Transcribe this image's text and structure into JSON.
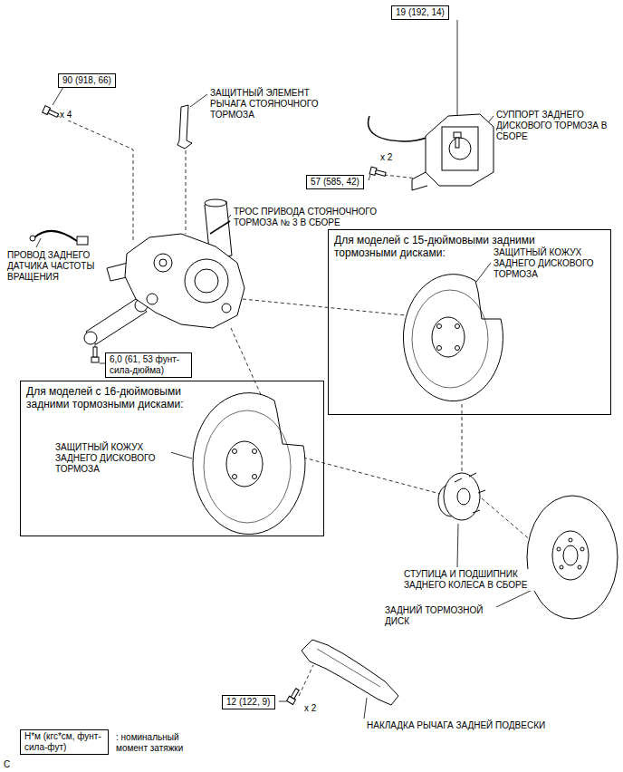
{
  "diagram": {
    "nodes": [
      {
        "text": [
          "90 (918, 66)"
        ]
      },
      {
        "text": [
          "19 (192, 14)"
        ]
      },
      {
        "text": [
          "57 (585, 42)"
        ]
      },
      {
        "text": [
          "6,0 (61, 53 фунт-сила-дюйма)"
        ]
      },
      {
        "text": [
          "Для моделей с 15-дюймовыми задними тормозными дисками:",
          "ЗАЩИТНЫЙ КОЖУХ ЗАДНЕГО ДИСКОВОГО ТОРМОЗА"
        ]
      },
      {
        "text": [
          "Для моделей с 16-дюймовыми задними тормозными дисками:",
          "ЗАЩИТНЫЙ КОЖУХ ЗАДНЕГО ДИСКОВОГО ТОРМОЗА"
        ]
      },
      {
        "text": [
          "12 (122, 9)"
        ]
      },
      {
        "text": [
          "Н*м (кгс*см, фунт-сила-фут)"
        ]
      }
    ],
    "labels": [
      "x 4",
      "ЗАЩИТНЫЙ ЭЛЕМЕНТ РЫЧАГА СТОЯНОЧНОГО ТОРМОЗА",
      "СУППОРТ ЗАДНЕГО ДИСКОВОГО ТОРМОЗА В СБОРЕ",
      "x 2",
      "ТРОС ПРИВОДА СТОЯНОЧНОГО ТОРМОЗА № 3 В СБОРЕ",
      "ПРОВОД ЗАДНЕГО ДАТЧИКА ЧАСТОТЫ ВРАЩЕНИЯ",
      "СТУПИЦА И ПОДШИПНИК ЗАДНЕГО КОЛЕСА В СБОРЕ",
      "ЗАДНИЙ ТОРМОЗНОЙ ДИСК",
      "x 2",
      "НАКЛАДКА РЫЧАГА ЗАДНЕЙ ПОДВЕСКИ",
      "C"
    ],
    "legend": [
      {
        "text": ": номинальный момент затяжки"
      }
    ]
  }
}
